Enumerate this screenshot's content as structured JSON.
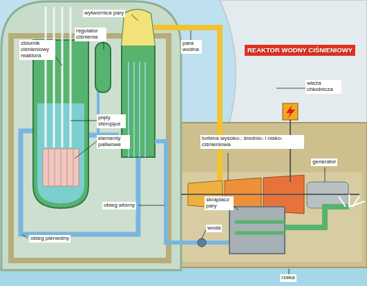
{
  "diagram": {
    "title": "REAKTOR WODNY CIŚNIENIOWY",
    "labels": [
      "wytwornica pary",
      "zbiornik ciśnieniowy reaktora",
      "regulator ciśnienia",
      "para wodna",
      "wieża chłodnicza",
      "pręty sterujące",
      "elementy paliwowe",
      "turbina wysoko-, średnio- i nisko- ciśnieniowa",
      "generator",
      "skraplacz pary",
      "obieg wtórny",
      "woda",
      "obieg pierwotny",
      "rzeka"
    ]
  }
}
